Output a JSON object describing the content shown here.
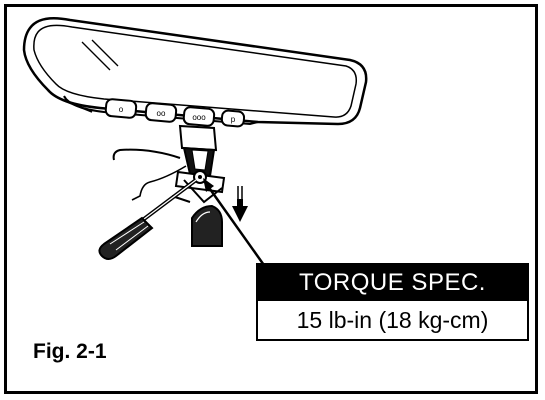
{
  "figure": {
    "label": "Fig. 2-1"
  },
  "torque_spec": {
    "title": "TORQUE SPEC.",
    "value": "15 lb-in (18 kg-cm)"
  },
  "mirror": {
    "button_labels": [
      "o",
      "oo",
      "ooo",
      "p"
    ]
  },
  "colors": {
    "line": "#000000",
    "background": "#ffffff",
    "screwdriver_handle": "#222222",
    "mount_dark": "#111111"
  }
}
